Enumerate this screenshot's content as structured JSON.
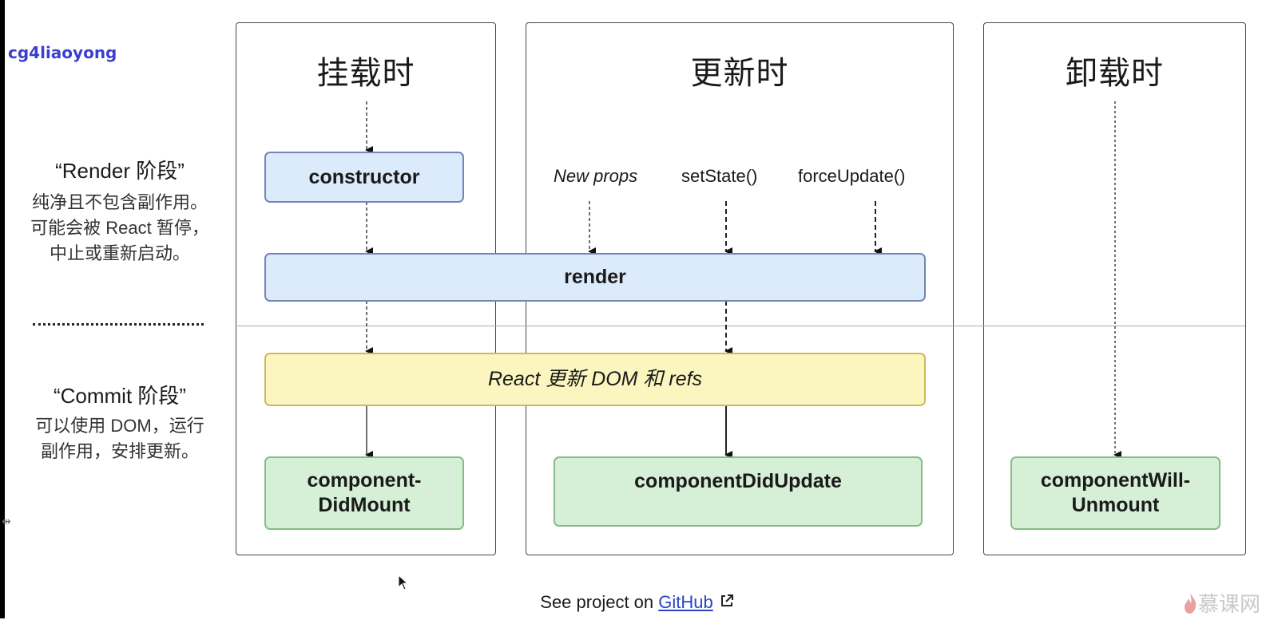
{
  "username": "cg4liaoyong",
  "phases": {
    "render": {
      "title": "“Render 阶段”",
      "desc": "纯净且不包含副作用。可能会被 React 暂停，中止或重新启动。"
    },
    "commit": {
      "title": "“Commit 阶段”",
      "desc": "可以使用 DOM，运行副作用，安排更新。"
    }
  },
  "columns": {
    "mount": "挂载时",
    "update": "更新时",
    "unmount": "卸载时"
  },
  "boxes": {
    "constructor": "constructor",
    "render": "render",
    "commit": "React 更新 DOM 和 refs",
    "didmount": "component-DidMount",
    "didupdate": "componentDidUpdate",
    "willunmount": "componentWill-Unmount"
  },
  "triggers": {
    "new_props": "New props",
    "setstate": "setState()",
    "forceupdate": "forceUpdate()"
  },
  "footer": {
    "prefix": "See project on ",
    "link": "GitHub"
  },
  "watermark": "慕课网",
  "colors": {
    "blue_fill": "#dcebfb",
    "yellow_fill": "#fbf6c0",
    "green_fill": "#d6efd7",
    "link": "#2b44c2",
    "username": "#3b3fd0"
  }
}
